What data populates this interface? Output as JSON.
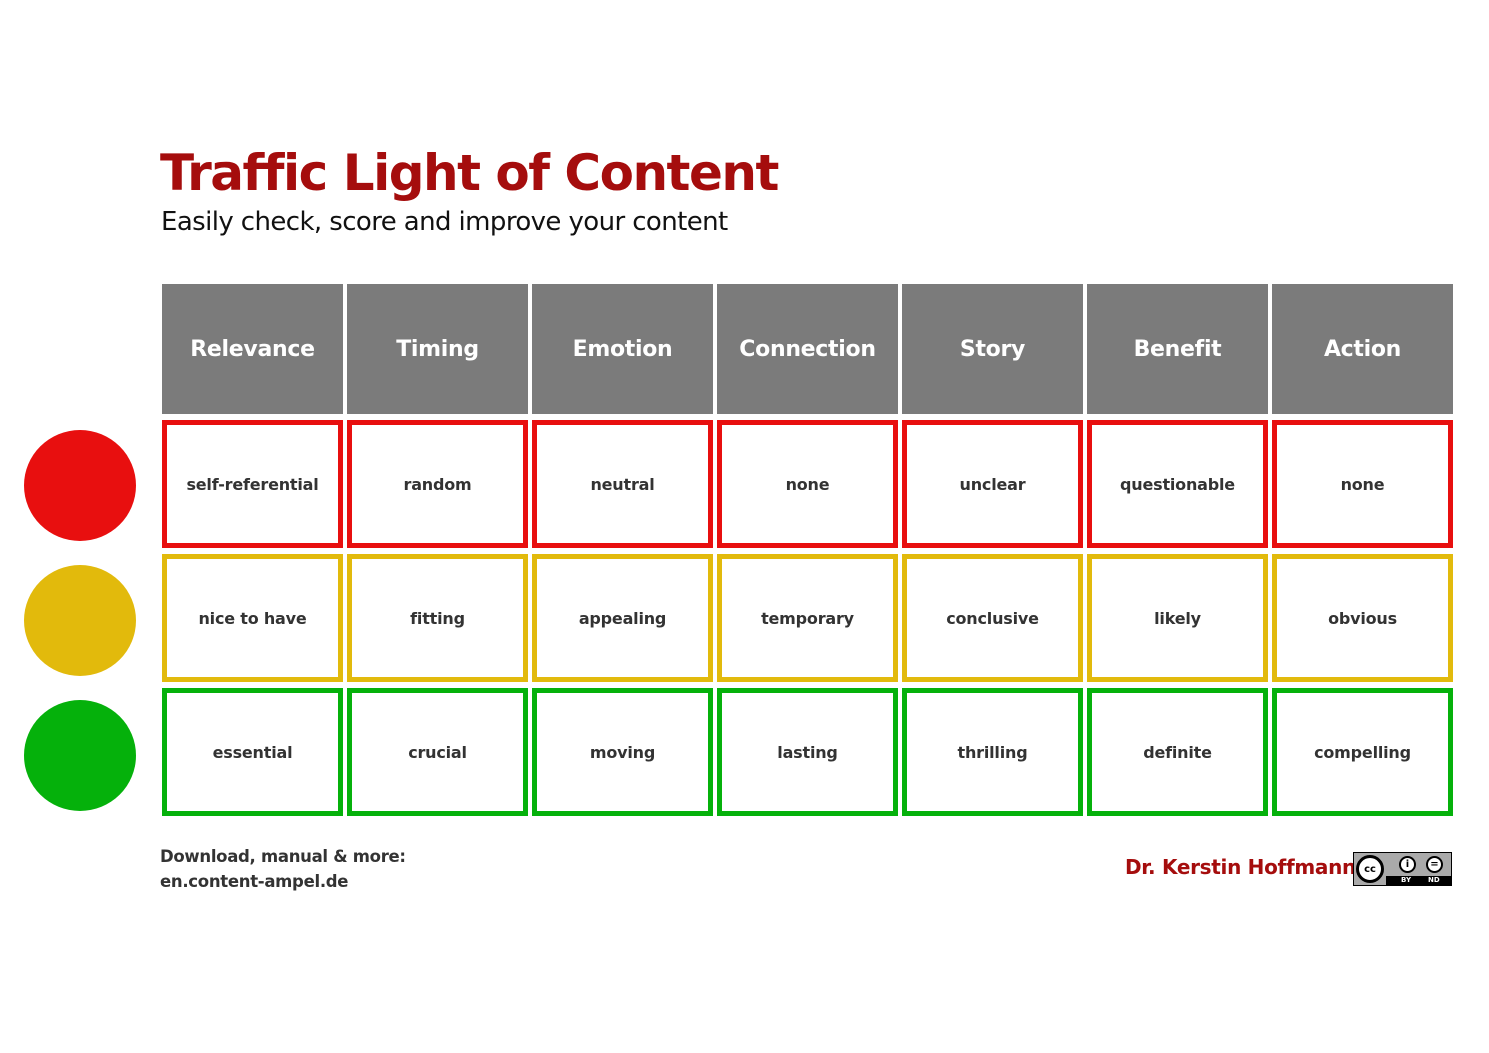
{
  "header": {
    "title": "Traffic Light of Content",
    "subtitle": "Easily check, score and improve your content"
  },
  "colors": {
    "title": "#a50d0d",
    "header_bg": "#7b7b7b",
    "red": "#e80f0f",
    "yellow": "#e2ba0c",
    "green": "#05b10b"
  },
  "table": {
    "columns": [
      "Relevance",
      "Timing",
      "Emotion",
      "Connection",
      "Story",
      "Benefit",
      "Action"
    ],
    "rows": [
      {
        "level": "red",
        "cells": [
          "self-referential",
          "random",
          "neutral",
          "none",
          "unclear",
          "questionable",
          "none"
        ]
      },
      {
        "level": "yellow",
        "cells": [
          "nice to have",
          "fitting",
          "appealing",
          "temporary",
          "conclusive",
          "likely",
          "obvious"
        ]
      },
      {
        "level": "green",
        "cells": [
          "essential",
          "crucial",
          "moving",
          "lasting",
          "thrilling",
          "definite",
          "compelling"
        ]
      }
    ]
  },
  "lights": [
    "red-light-icon",
    "yellow-light-icon",
    "green-light-icon"
  ],
  "footer": {
    "download_label": "Download, manual & more:",
    "url": "en.content-ampel.de",
    "author": "Dr. Kerstin Hoffmann",
    "license": {
      "badge": "cc-by-nd-icon",
      "cc_text": "cc",
      "by_glyph": "i",
      "nd_glyph": "=",
      "by_label": "BY",
      "nd_label": "ND"
    }
  }
}
